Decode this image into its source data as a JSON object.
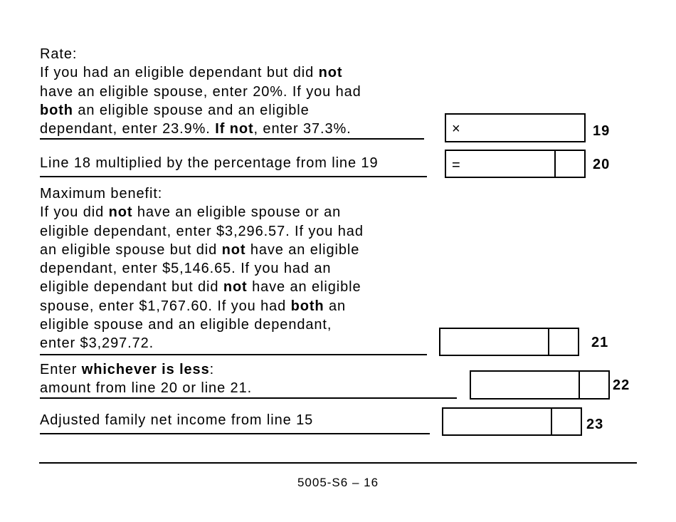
{
  "rate": {
    "heading": "Rate:",
    "l1a": "If you had an eligible dependant but did ",
    "l1b": "not",
    "l2": "have an eligible spouse, enter 20%. If you had",
    "l3a": "both",
    "l3b": " an eligible spouse and an eligible",
    "l4a": "dependant, enter 23.9%. ",
    "l4b": "If not",
    "l4c": ", enter 37.3%.",
    "operator": "×",
    "line_number": "19"
  },
  "line20": {
    "text": "Line 18 multiplied by the percentage from line 19",
    "operator": "=",
    "line_number": "20"
  },
  "maximum": {
    "heading": "Maximum benefit:",
    "l1a": "If you did ",
    "l1b": "not",
    "l1c": " have an eligible spouse or an",
    "l2": "eligible dependant, enter $3,296.57. If you had",
    "l3a": "an eligible spouse but did ",
    "l3b": "not",
    "l3c": " have an eligible",
    "l4": "dependant, enter $5,146.65. If you had an",
    "l5a": "eligible dependant but did ",
    "l5b": "not",
    "l5c": " have an eligible",
    "l6a": "spouse, enter $1,767.60. If you had ",
    "l6b": "both",
    "l6c": " an",
    "l7": "eligible spouse and an eligible dependant,",
    "l8": "enter $3,297.72.",
    "line_number": "21"
  },
  "line22": {
    "l1a": "Enter ",
    "l1b": "whichever is less",
    "l1c": ":",
    "l2": "amount from line 20 or line 21.",
    "line_number": "22"
  },
  "line23": {
    "text": "Adjusted family net income from line 15",
    "line_number": "23"
  },
  "footer": {
    "page_id": "5005-S6 – 16"
  }
}
